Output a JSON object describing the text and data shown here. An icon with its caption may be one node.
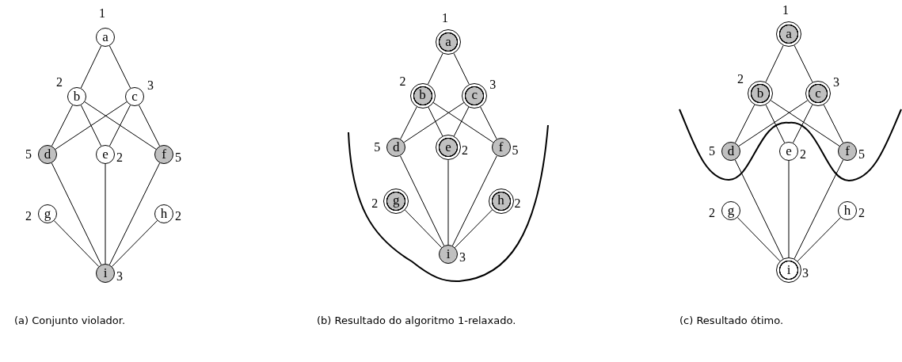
{
  "diagram": {
    "nodes": [
      {
        "text": [
          "a"
        ],
        "beside": [
          "1"
        ]
      },
      {
        "text": [
          "b"
        ],
        "beside": [
          "2"
        ]
      },
      {
        "text": [
          "c"
        ],
        "beside": [
          "3"
        ]
      },
      {
        "text": [
          "d"
        ],
        "beside": [
          "5"
        ]
      },
      {
        "text": [
          "e"
        ],
        "beside": [
          "2"
        ]
      },
      {
        "text": [
          "f"
        ],
        "beside": [
          "5"
        ]
      },
      {
        "text": [
          "g"
        ],
        "beside": [
          "2"
        ]
      },
      {
        "text": [
          "h"
        ],
        "beside": [
          "2"
        ]
      },
      {
        "text": [
          "i"
        ],
        "beside": [
          "3"
        ]
      },
      {
        "text": [
          "a"
        ],
        "beside": [
          "1"
        ]
      },
      {
        "text": [
          "b"
        ],
        "beside": [
          "2"
        ]
      },
      {
        "text": [
          "c"
        ],
        "beside": [
          "3"
        ]
      },
      {
        "text": [
          "d"
        ],
        "beside": [
          "5"
        ]
      },
      {
        "text": [
          "e"
        ],
        "beside": [
          "2"
        ]
      },
      {
        "text": [
          "f"
        ],
        "beside": [
          "5"
        ]
      },
      {
        "text": [
          "g"
        ],
        "beside": [
          "2"
        ]
      },
      {
        "text": [
          "h"
        ],
        "beside": [
          "2"
        ]
      },
      {
        "text": [
          "i"
        ],
        "beside": [
          "3"
        ]
      },
      {
        "text": [
          "a"
        ],
        "beside": [
          "1"
        ]
      },
      {
        "text": [
          "b"
        ],
        "beside": [
          "2"
        ]
      },
      {
        "text": [
          "c"
        ],
        "beside": [
          "3"
        ]
      },
      {
        "text": [
          "d"
        ],
        "beside": [
          "5"
        ]
      },
      {
        "text": [
          "e"
        ],
        "beside": [
          "2"
        ]
      },
      {
        "text": [
          "f"
        ],
        "beside": [
          "5"
        ]
      },
      {
        "text": [
          "g"
        ],
        "beside": [
          "2"
        ]
      },
      {
        "text": [
          "h"
        ],
        "beside": [
          "2"
        ]
      },
      {
        "text": [
          "i"
        ],
        "beside": [
          "3"
        ]
      }
    ],
    "edges": [
      {
        "from": 0,
        "to": 1,
        "arrow": "none"
      },
      {
        "from": 0,
        "to": 2,
        "arrow": "none"
      },
      {
        "from": 1,
        "to": 3,
        "arrow": "none"
      },
      {
        "from": 1,
        "to": 4,
        "arrow": "none"
      },
      {
        "from": 1,
        "to": 5,
        "arrow": "none"
      },
      {
        "from": 2,
        "to": 3,
        "arrow": "none"
      },
      {
        "from": 2,
        "to": 4,
        "arrow": "none"
      },
      {
        "from": 2,
        "to": 5,
        "arrow": "none"
      },
      {
        "from": 3,
        "to": 8,
        "arrow": "none"
      },
      {
        "from": 4,
        "to": 8,
        "arrow": "none"
      },
      {
        "from": 5,
        "to": 8,
        "arrow": "none"
      },
      {
        "from": 6,
        "to": 8,
        "arrow": "none"
      },
      {
        "from": 7,
        "to": 8,
        "arrow": "none"
      },
      {
        "from": 9,
        "to": 10,
        "arrow": "none"
      },
      {
        "from": 9,
        "to": 11,
        "arrow": "none"
      },
      {
        "from": 10,
        "to": 12,
        "arrow": "none"
      },
      {
        "from": 10,
        "to": 13,
        "arrow": "none"
      },
      {
        "from": 10,
        "to": 14,
        "arrow": "none"
      },
      {
        "from": 11,
        "to": 12,
        "arrow": "none"
      },
      {
        "from": 11,
        "to": 13,
        "arrow": "none"
      },
      {
        "from": 11,
        "to": 14,
        "arrow": "none"
      },
      {
        "from": 12,
        "to": 17,
        "arrow": "none"
      },
      {
        "from": 13,
        "to": 17,
        "arrow": "none"
      },
      {
        "from": 14,
        "to": 17,
        "arrow": "none"
      },
      {
        "from": 15,
        "to": 17,
        "arrow": "none"
      },
      {
        "from": 16,
        "to": 17,
        "arrow": "none"
      },
      {
        "from": 18,
        "to": 19,
        "arrow": "none"
      },
      {
        "from": 18,
        "to": 20,
        "arrow": "none"
      },
      {
        "from": 19,
        "to": 21,
        "arrow": "none"
      },
      {
        "from": 19,
        "to": 22,
        "arrow": "none"
      },
      {
        "from": 19,
        "to": 23,
        "arrow": "none"
      },
      {
        "from": 20,
        "to": 21,
        "arrow": "none"
      },
      {
        "from": 20,
        "to": 22,
        "arrow": "none"
      },
      {
        "from": 20,
        "to": 23,
        "arrow": "none"
      },
      {
        "from": 21,
        "to": 26,
        "arrow": "none"
      },
      {
        "from": 22,
        "to": 26,
        "arrow": "none"
      },
      {
        "from": 23,
        "to": 26,
        "arrow": "none"
      },
      {
        "from": 24,
        "to": 26,
        "arrow": "none"
      },
      {
        "from": 25,
        "to": 26,
        "arrow": "none"
      }
    ],
    "labels": [
      "(a) Conjunto violador.",
      "(b) Resultado do algoritmo 1-relaxado.",
      "(c) Resultado ótimo."
    ]
  }
}
